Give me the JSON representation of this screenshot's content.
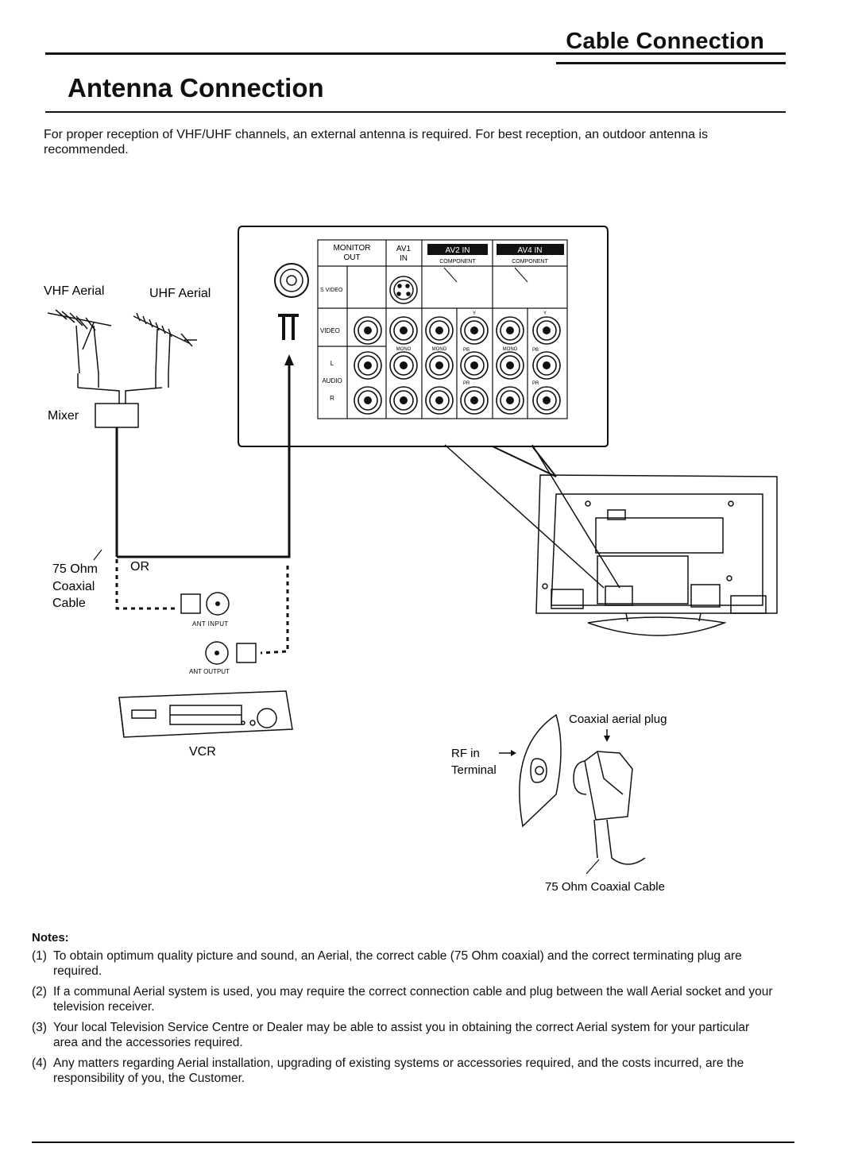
{
  "header": {
    "title": "Cable Connection"
  },
  "section": {
    "title": "Antenna Connection",
    "intro": "For proper reception of VHF/UHF channels, an external antenna is required. For best reception, an outdoor antenna is recommended."
  },
  "diagram": {
    "vhf_label": "VHF Aerial",
    "uhf_label": "UHF Aerial",
    "mixer_label": "Mixer",
    "ohm_label": "75 Ohm",
    "or_label": "OR",
    "coaxial_label": "Coaxial",
    "cable_label": "Cable",
    "ant_input": "ANT INPUT",
    "ant_output": "ANT OUTPUT",
    "vcr_label": "VCR",
    "panel": {
      "monitor_out": "MONITOR",
      "monitor_out2": "OUT",
      "av1": "AV1",
      "av1_in": "IN",
      "av2": "AV2 IN",
      "av4": "AV4 IN",
      "component": "COMPONENT",
      "svideo": "S VIDEO",
      "video": "VIDEO",
      "audio_l": "L",
      "audio": "AUDIO",
      "audio_r": "R",
      "y": "Y",
      "pb": "PB",
      "pr": "PR",
      "mono": "MONO"
    },
    "coaxial_plug_label": "Coaxial aerial plug",
    "rf_in_label": "RF in",
    "terminal_label": "Terminal",
    "cable75_label": "75 Ohm Coaxial Cable"
  },
  "notes": {
    "title": "Notes:",
    "items": [
      {
        "num": "(1)",
        "text": "To obtain optimum quality picture and sound, an Aerial, the correct cable (75 Ohm coaxial) and the correct terminating plug are required."
      },
      {
        "num": "(2)",
        "text": "If a communal Aerial system is used, you may require the correct connection cable and plug between the wall Aerial socket and your television receiver."
      },
      {
        "num": "(3)",
        "text": "Your local Television Service Centre or Dealer may be able to assist you in obtaining the correct Aerial system for your particular area and the accessories required."
      },
      {
        "num": "(4)",
        "text": "Any matters regarding Aerial installation, upgrading of existing systems or accessories required, and the costs incurred, are the responsibility of you, the Customer."
      }
    ]
  }
}
